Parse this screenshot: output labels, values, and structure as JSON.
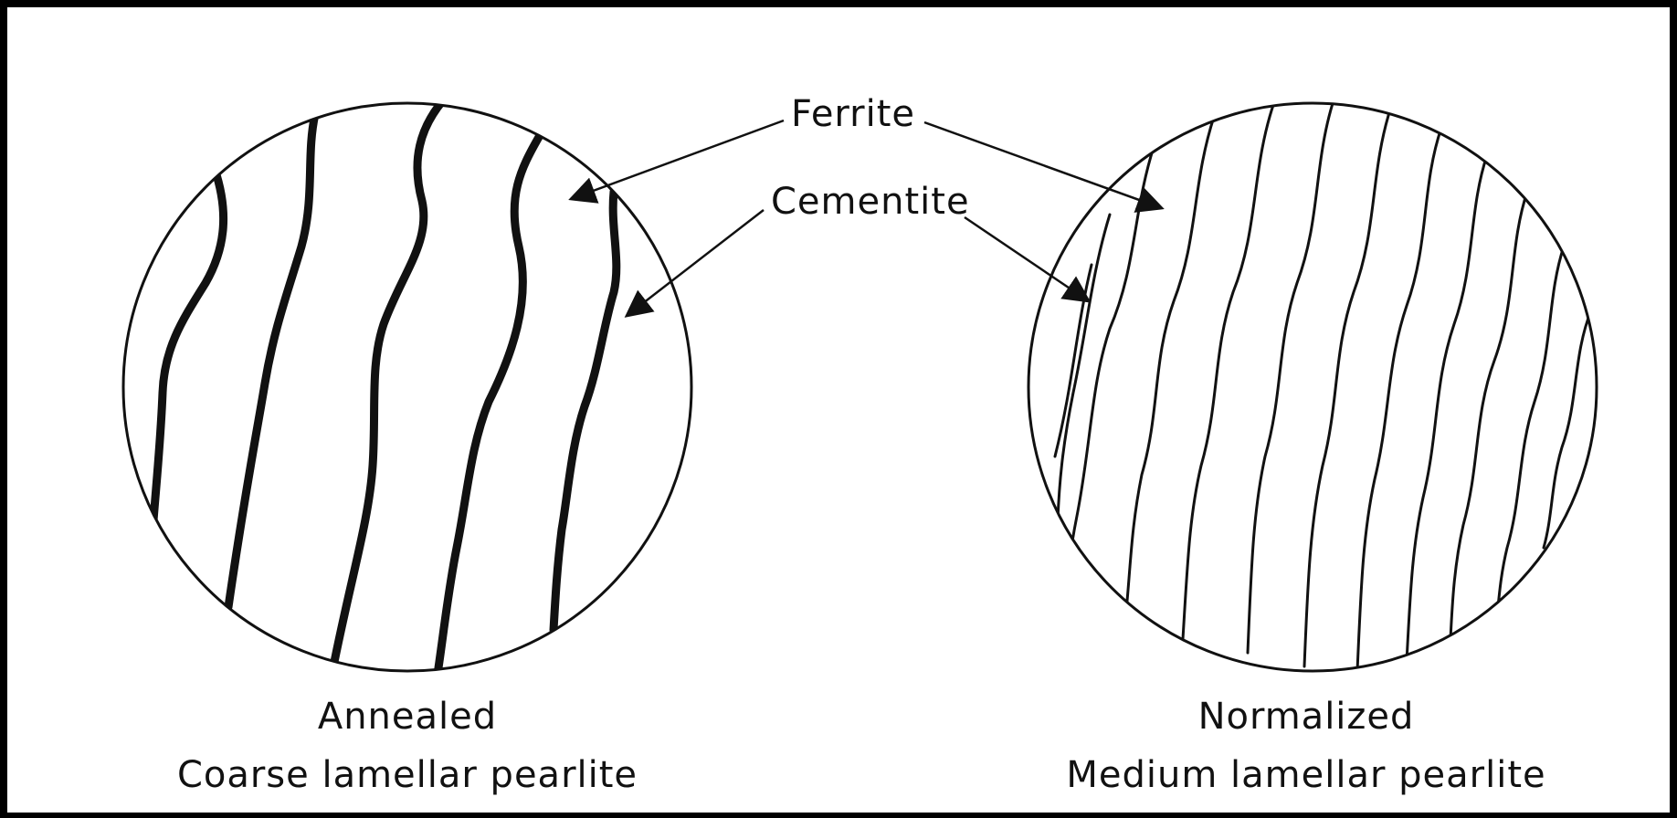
{
  "labels": {
    "ferrite": "Ferrite",
    "cementite": "Cementite"
  },
  "panels": [
    {
      "title": "Annealed",
      "subtitle": "Coarse lamellar pearlite"
    },
    {
      "title": "Normalized",
      "subtitle": "Medium lamellar pearlite"
    }
  ],
  "colors": {
    "ink": "#111111",
    "background": "#ffffff",
    "frame": "#000000"
  }
}
